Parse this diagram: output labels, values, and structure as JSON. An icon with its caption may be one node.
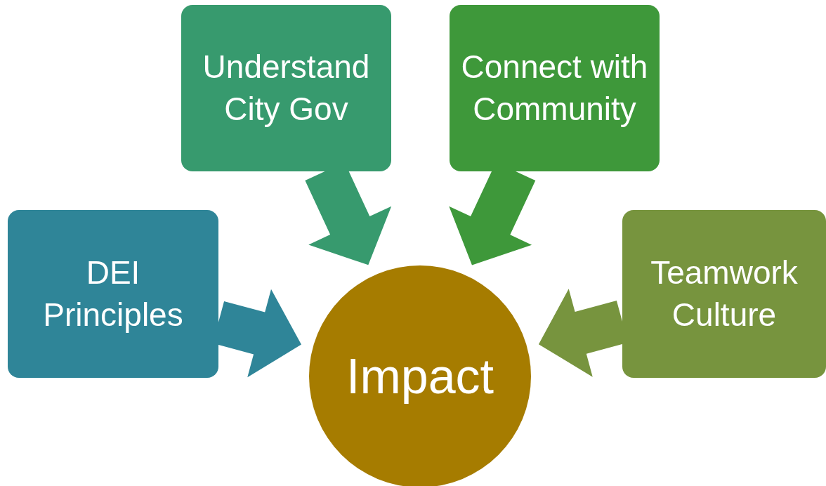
{
  "diagram": {
    "nodes": [
      {
        "text": [
          "Understand City Gov"
        ]
      },
      {
        "text": [
          "Connect with Community"
        ]
      },
      {
        "text": [
          "DEI Principles"
        ]
      },
      {
        "text": [
          "Teamwork Culture"
        ]
      },
      {
        "text": [
          "Impact"
        ]
      }
    ],
    "edges": [
      {
        "from": 0,
        "to": 4,
        "arrow": "to",
        "style": "thick",
        "color": "#379a6e"
      },
      {
        "from": 1,
        "to": 4,
        "arrow": "to",
        "style": "thick",
        "color": "#3e983a"
      },
      {
        "from": 2,
        "to": 4,
        "arrow": "to",
        "style": "thick",
        "color": "#2f8598"
      },
      {
        "from": 3,
        "to": 4,
        "arrow": "to",
        "style": "thick",
        "color": "#77943e"
      }
    ]
  }
}
